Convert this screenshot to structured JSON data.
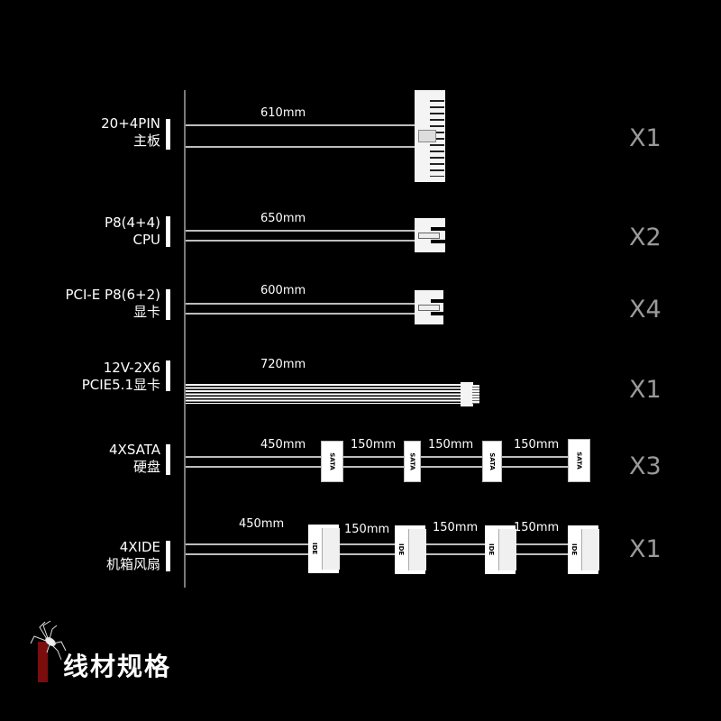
{
  "title": "线材规格",
  "rows": [
    {
      "label_line1": "20+4PIN",
      "label_line2": "主板",
      "length": "610mm",
      "qty": "X1",
      "connector": "20+4pin-atx"
    },
    {
      "label_line1": "P8(4+4)",
      "label_line2": "CPU",
      "length": "650mm",
      "qty": "X2",
      "connector": "8pin-4+4"
    },
    {
      "label_line1": "PCI-E P8(6+2)",
      "label_line2": "显卡",
      "length": "600mm",
      "qty": "X4",
      "connector": "8pin-6+2"
    },
    {
      "label_line1": "12V-2X6",
      "label_line2": "PCIE5.1显卡",
      "length": "720mm",
      "qty": "X1",
      "connector": "12v-2x6"
    },
    {
      "label_line1": "4XSATA",
      "label_line2": "硬盘",
      "lengths": [
        "450mm",
        "150mm",
        "150mm",
        "150mm"
      ],
      "qty": "X3",
      "connector": "SATA",
      "connector_text": "SATA"
    },
    {
      "label_line1": "4XIDE",
      "label_line2": "机箱风扇",
      "lengths": [
        "450mm",
        "150mm",
        "150mm",
        "150mm"
      ],
      "qty": "X1",
      "connector": "IDE",
      "connector_text": "IDE"
    }
  ],
  "colors": {
    "background": "#000000",
    "wire": "#bdbdbd",
    "qty_text": "#9a9a9a",
    "logo_red": "#7b0d0d"
  },
  "icons": {
    "logo": "spider-logo-icon"
  }
}
